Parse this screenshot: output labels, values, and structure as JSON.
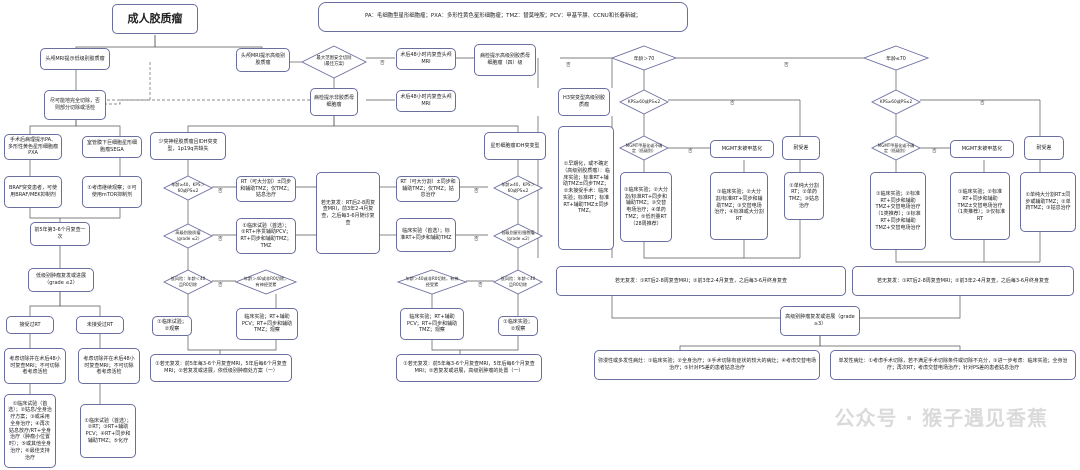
{
  "title": "成人胶质瘤",
  "legend": "PA：毛细胞型星形细胞瘤；PXA：多形性黄色星形细胞瘤；TMZ：替莫唑胺；PCV：甲基苄肼、CCNU和长春新碱；",
  "nodes": {
    "mri_resectable": "头颅MRI提示低级别胶质瘤",
    "full_resect": "尽可能地完全切除，否则部分切除或活检",
    "pa_pxa": "手术后病理提示PA、多形性黄色星形细胞瘤PXA",
    "sega": "室管膜下巨细胞星形细胞瘤SEGA",
    "braf": "BRAF突变患者，可使用BRAF/MEK抑制剂",
    "mtor": "①考虑继续观察；②可使用mTOR抑制剂",
    "followup_3_6": "前5年第3-6个月复查一次",
    "progression_low": "低级别肿瘤复发或进展（grade ≤2）",
    "prior_rt": "接受过RT",
    "no_prior_rt": "未接受过RT",
    "prior_rt_mri": "考虑切除并在术后48小时复查MRI；不可切除者考虑活检",
    "no_prior_rt_mri": "考虑切除并在术后48小时复查MRI；不可切除者考虑活检",
    "prior_rt_options": "①临床试验（首选）；②姑息/全身治疗方案；③或采用全身治疗；④再次姑息放疗/RT+全身治疗（肿瘤小位置时）；⑤或其他全身治疗；⑥最佳支持治疗",
    "no_prior_rt_options": "①临床试验（首选）；②RT；③RT+辅助PCV；④RT+同步和辅助TMZ；⑤化疗",
    "mri_high": "头颅MRI提示高级别胶质瘤",
    "max_resect": "最大范围安全切除（最佳方案）",
    "post48_a": "术后48小时内复查头颅MRI",
    "post48_b": "术后48小时内复查头颅MRI",
    "path_low": "病检提示非胶质母细胞瘤",
    "path_high": "病检提示高级别胶质母细胞瘤（四）级",
    "oligo": "少突神经胶质瘤且IDH突变型，1p19q共缺失",
    "astro": "星形细胞瘤IDH突变型",
    "kps_a": "年龄≥40，KPS＞60或PS≤2",
    "kps_b": "年龄≥40，KPS＞60或PS≤2",
    "high_risk_a": "高级别胶质瘤（grade ≤2）",
    "high_risk_b": "低级别星形细胞瘤（grade ≤2）",
    "low_risk_a": "低风险：年龄＜40且R0切除",
    "low_risk_b": "低风险：年龄＜40且R0切除",
    "rt_a1": "RT（可大分割）±同步和辅助TMZ；仅TMZ；姑息治疗",
    "rt_a2": "①临床试验（首选）；②RT+序贯辅助PCV；RT+同步和辅助TMZ；TMZ",
    "rt_a3": "年龄＞40或非R0切除，有神经受累",
    "rt_a4": "①临床试验；②观察",
    "rt_a5": "临床实验；RT+辅助PCV；RT+同步和辅助TMZ；观察",
    "rt_b1": "RT（可大分割）±同步和辅助TMZ；仅TMZ；姑息治疗",
    "rt_b2": "临床实验（首选）；标准RT+同步和辅助TMZ",
    "rt_b3": "年龄＞40或非R0切除，有神经受累",
    "rt_b4": "①临床实验；②观察",
    "rt_b5": "临床实验；RT+辅助PCV；RT+同步和辅助TMZ；观察",
    "mid_review": "若无复发：RT后2-8周复查MRI，前3年2-4月复查，之后每3-6月随诊复查",
    "review_left": "①若无复发：前5年每3-6个月复查MRI，5年后每6个月复查MRI；②若复发或进展，依低级别肿瘤处方案（一）",
    "review_mid": "①若无复发：前5年每3-6个月复查MRI，5年后每6个月复查MRI；②若复发或进展，高级别肿瘤的处置（一）",
    "h3": "H3突变型高级别胶质瘤",
    "h3_options": "①早期化，或不确定（高级别胶质瘤）：临床实验；标准RT+辅助TMZ±同步TMZ；②未接受手术：临床实验；标准RT；标准RT+辅助TMZ±同步TMZ。",
    "age_gt70": "年龄＞70",
    "age_le70": "年龄≤70",
    "kps_c": "KPS≥60或PS≤2",
    "kps_d": "KPS≥60或PS≤2",
    "mgmt_c": "MGMT甲基化或不确定（低级别）",
    "mgmt_d": "MGMT甲基化或不确定（低级别）",
    "mgmt_unmeth_c": "MGMT未被甲基化",
    "mgmt_unmeth_d": "MGMT未被甲基化",
    "poor_c": "耐受差",
    "poor_d": "耐受差",
    "opt_c1": "①临床实验；②大分割/标准RT+同步和辅助TMZ；③交替电场治疗；④单药TMZ；⑤低剂量RT（28周推荐）",
    "opt_c2": "①临床实验；②大分割/标准RT+同步和辅助TMZ；③交替电场治疗；④标准或大分割RT",
    "opt_c3": "①单纯大分割RT；②单药TMZ；③姑息治疗",
    "opt_d1": "①临床实验；②标准RT+同步和辅助TMZ+交替电场治疗（1类推荐）；③标准RT+同步和辅助TMZ+交替电场治疗",
    "opt_d2": "①临床实验；②标准RT+同步和辅助TMZ±交替电场治疗（1类推荐）；③仅标准RT",
    "opt_d3": "①单纯大分割RT±同步或辅助TMZ；②单药TMZ；③姑息治疗",
    "review_c": "若无复发：①RT后2-8周复查MRI；②前3年2-4月复查，之后每3-6月终身复查",
    "review_d": "若无复发：①RT后2-8周复查MRI；②前3年2-4月复查，之后每3-6月终身复查",
    "progression_high": "高级别肿瘤复发或进展（grade ≥3）",
    "diffuse": "弥漫性或多发性病灶：①临床实验；②全身治疗；③手术切除有症状的较大的病灶；④考虑交替电场治疗；⑤针对PS差的患者姑息治疗",
    "single": "单发性病灶：①考虑手术切除，若不满足手术切除条件或切除不充分，③进一步考虑：临床实验；全身治疗；再次RT；考虑交替电场治疗；针对PS差的患者姑息治疗"
  },
  "labels": {
    "no": "否",
    "yes": "是"
  },
  "watermark": "公众号 · 猴子遇见香蕉"
}
